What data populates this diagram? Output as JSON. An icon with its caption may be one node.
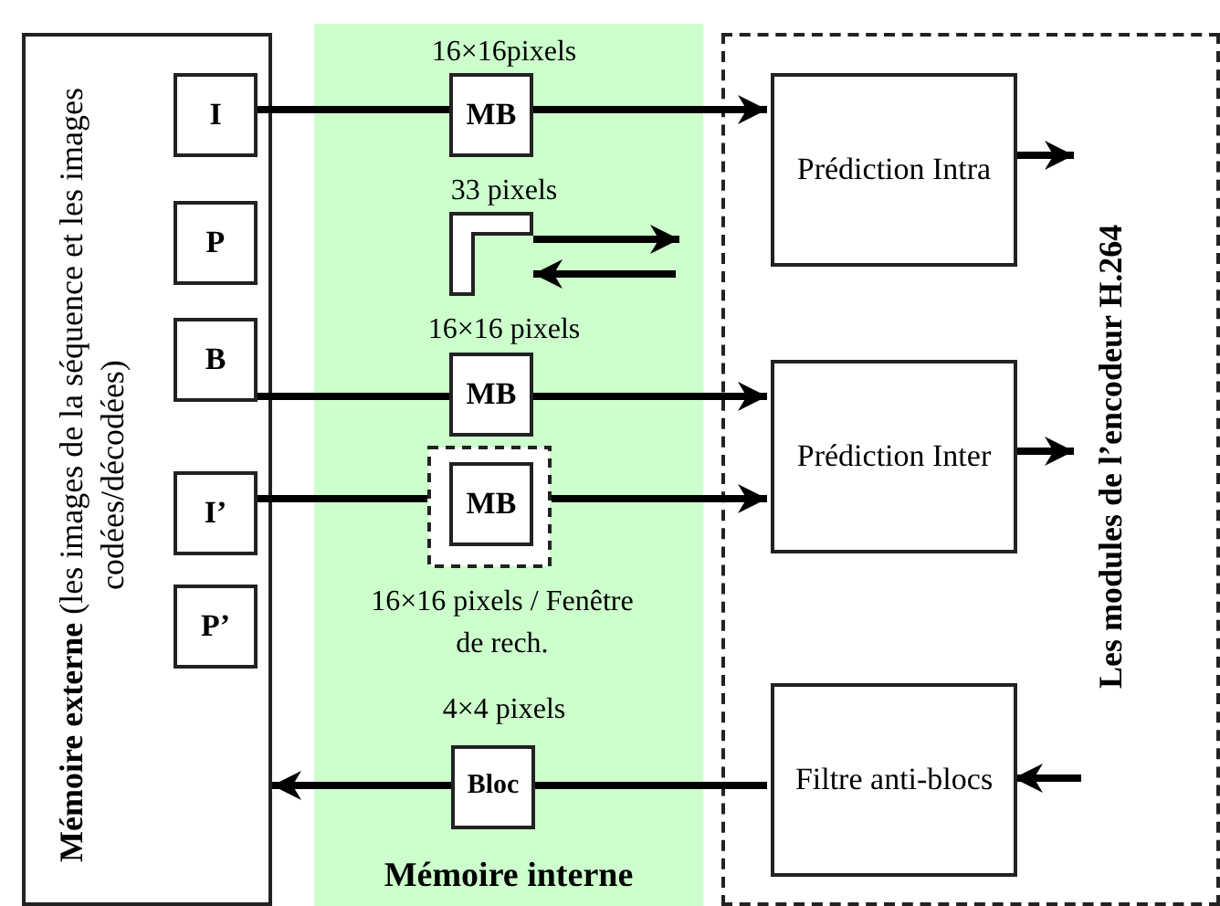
{
  "diagram": {
    "nodes": [
      {
        "text": [
          "**Mémoire externe** (les images de la séquence et les images codées/décodées)"
        ]
      },
      {
        "text": [
          "I"
        ],
        "in": 0
      },
      {
        "text": [
          "P"
        ],
        "in": 0
      },
      {
        "text": [
          "B"
        ],
        "in": 0
      },
      {
        "text": [
          "I’"
        ],
        "in": 0
      },
      {
        "text": [
          "P’"
        ],
        "in": 0
      },
      {
        "text": [
          "Mémoire interne"
        ]
      },
      {
        "text": [
          "MB"
        ],
        "in": 6,
        "beside": [
          "16×16pixels"
        ]
      },
      {
        "text": [],
        "shape": "box",
        "in": 6,
        "beside": [
          "33 pixels"
        ]
      },
      {
        "text": [
          "MB"
        ],
        "in": 6,
        "beside": [
          "16×16 pixels"
        ]
      },
      {
        "text": [],
        "shape": "box",
        "in": 6,
        "beside": [
          "16×16 pixels / Fenêtre de rech."
        ]
      },
      {
        "text": [
          "MB"
        ],
        "in": 10
      },
      {
        "text": [
          "Bloc"
        ],
        "in": 6,
        "beside": [
          "4×4 pixels"
        ]
      },
      {
        "text": [
          "Les modules de l’encodeur H.264"
        ]
      },
      {
        "text": [
          "Prédiction Intra"
        ],
        "in": 13
      },
      {
        "text": [
          "Prédiction Inter"
        ],
        "in": 13
      },
      {
        "text": [
          "Filtre anti-blocs"
        ],
        "in": 13
      }
    ],
    "edges": [
      {
        "from": 1,
        "to": 7,
        "arrow": "none"
      },
      {
        "from": 7,
        "to": 14,
        "arrow": "to"
      },
      {
        "from": 8,
        "to": null,
        "arrow": "to"
      },
      {
        "from": null,
        "to": 8,
        "arrow": "to"
      },
      {
        "from": 3,
        "to": 9,
        "arrow": "none"
      },
      {
        "from": 9,
        "to": 15,
        "arrow": "to"
      },
      {
        "from": 4,
        "to": 10,
        "arrow": "none"
      },
      {
        "from": 10,
        "to": 15,
        "arrow": "to"
      },
      {
        "from": 14,
        "to": null,
        "arrow": "to"
      },
      {
        "from": 15,
        "to": null,
        "arrow": "to"
      },
      {
        "from": null,
        "to": 16,
        "arrow": "to"
      },
      {
        "from": 16,
        "to": 12,
        "arrow": "none"
      },
      {
        "from": 12,
        "to": 0,
        "arrow": "to"
      }
    ]
  }
}
